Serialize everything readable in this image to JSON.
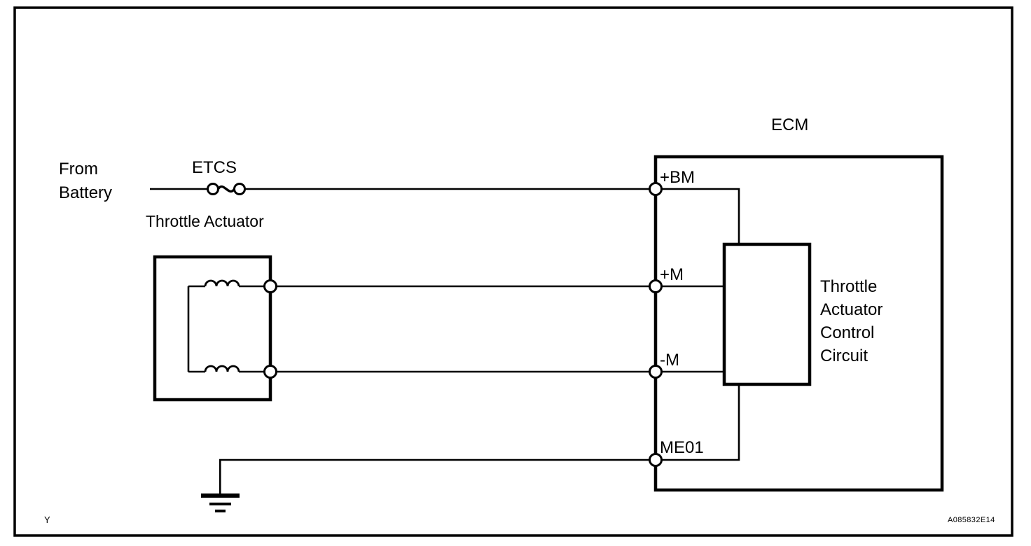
{
  "diagram": {
    "title_code": "A085832E14",
    "corner_marker": "Y",
    "ecm": {
      "label": "ECM",
      "terminals": [
        {
          "id": "bm",
          "label": "+BM"
        },
        {
          "id": "pm",
          "label": "+M"
        },
        {
          "id": "mm",
          "label": "-M"
        },
        {
          "id": "me01",
          "label": "ME01"
        }
      ],
      "internal_block": {
        "lines": [
          "Throttle",
          "Actuator",
          "Control",
          "Circuit"
        ]
      }
    },
    "source": {
      "line1": "From",
      "line2": "Battery"
    },
    "fuse": {
      "label": "ETCS",
      "sublabel": "Throttle Actuator"
    },
    "actuator": {
      "name": "throttle-actuator-motor",
      "coil_count": 2
    },
    "ground": {
      "name": "chassis-ground"
    },
    "colors": {
      "line": "#000000",
      "background": "#ffffff",
      "terminal_fill": "#ffffff"
    }
  }
}
